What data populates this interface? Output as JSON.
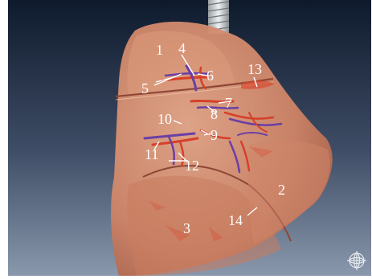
{
  "viewer": {
    "background_top": "#0e1a2c",
    "background_bottom": "#8a98ad",
    "lung_color": "#d08a6c",
    "artery_color": "#d6402a",
    "vein_color": "#6a3fa6",
    "orientation_icon": "orientation-gizmo-icon"
  },
  "labels": [
    "1",
    "2",
    "3",
    "4",
    "5",
    "6",
    "7",
    "8",
    "9",
    "10",
    "11",
    "12",
    "13",
    "14"
  ]
}
